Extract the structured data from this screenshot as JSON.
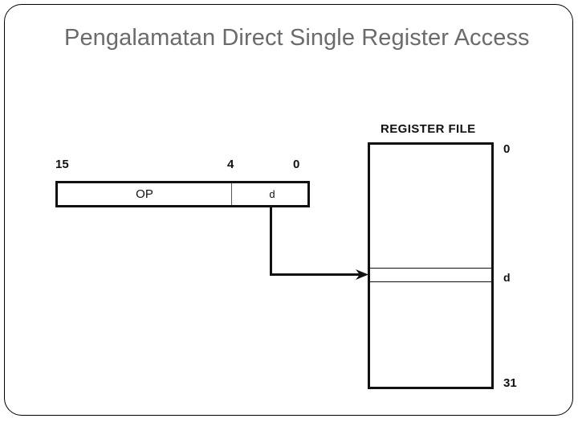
{
  "slide": {
    "title": "Pengalamatan Direct Single Register Access",
    "border_color": "#000000",
    "background_color": "#ffffff",
    "title_color": "#6b6b6b"
  },
  "diagram": {
    "type": "addressing-mode-diagram",
    "instruction_word": {
      "bit_labels": {
        "msb": "15",
        "field_boundary": "4",
        "lsb": "0"
      },
      "fields": [
        {
          "name": "opcode",
          "label": "OP"
        },
        {
          "name": "destination-register",
          "label": "d"
        }
      ]
    },
    "register_file": {
      "title": "REGISTER FILE",
      "index_labels": {
        "first": "0",
        "selected": "d",
        "last": "31"
      },
      "selected_row_label": "d"
    },
    "connector": {
      "name": "d-field-to-register-arrow",
      "line_color": "#111111"
    }
  }
}
